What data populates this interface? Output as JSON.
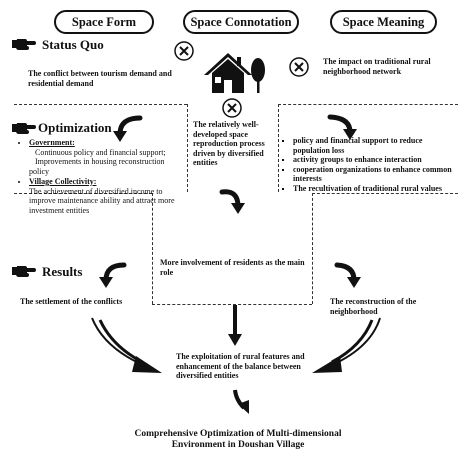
{
  "header": {
    "col1": "Space Form",
    "col2": "Space Connotation",
    "col3": "Space Meaning"
  },
  "status_quo": {
    "title": "Status Quo",
    "conflict": "The conflict between tourism demand and residential demand",
    "impact": "The impact on traditional rural neighborhood network"
  },
  "optimization": {
    "title": "Optimization",
    "center_text": "The relatively well-developed space reproduction process driven by diversified entities",
    "government_label": "Government:",
    "government_items": [
      "Continuous policy and financial support;",
      "Improvements in housing reconstruction policy"
    ],
    "village_label": "Village Collectivity:",
    "village_text": "The achievement of diversified income to improve maintenance ability and attract more investment entities",
    "meaning_items": [
      "policy and financial support to reduce population loss",
      "activity groups to enhance interaction",
      "cooperation organizations to enhance common interests",
      "The recultivation of traditional rural values"
    ]
  },
  "results": {
    "title": "Results",
    "center_text": "More involvement of residents as the main role",
    "left_text": "The settlement of the conflicts",
    "right_text": "The reconstruction of the neighborhood"
  },
  "bottom": {
    "exploitation": "The exploitation of rural features and enhancement of the balance between diversified entities",
    "final": "Comprehensive Optimization of Multi-dimensional Environment in Doushan Village"
  },
  "colors": {
    "ink": "#111111",
    "dash": "#333333"
  },
  "icons": [
    "hand-pointing-icon",
    "house-icon",
    "tree-icon",
    "x-mark-icon",
    "curved-arrow-icon"
  ]
}
